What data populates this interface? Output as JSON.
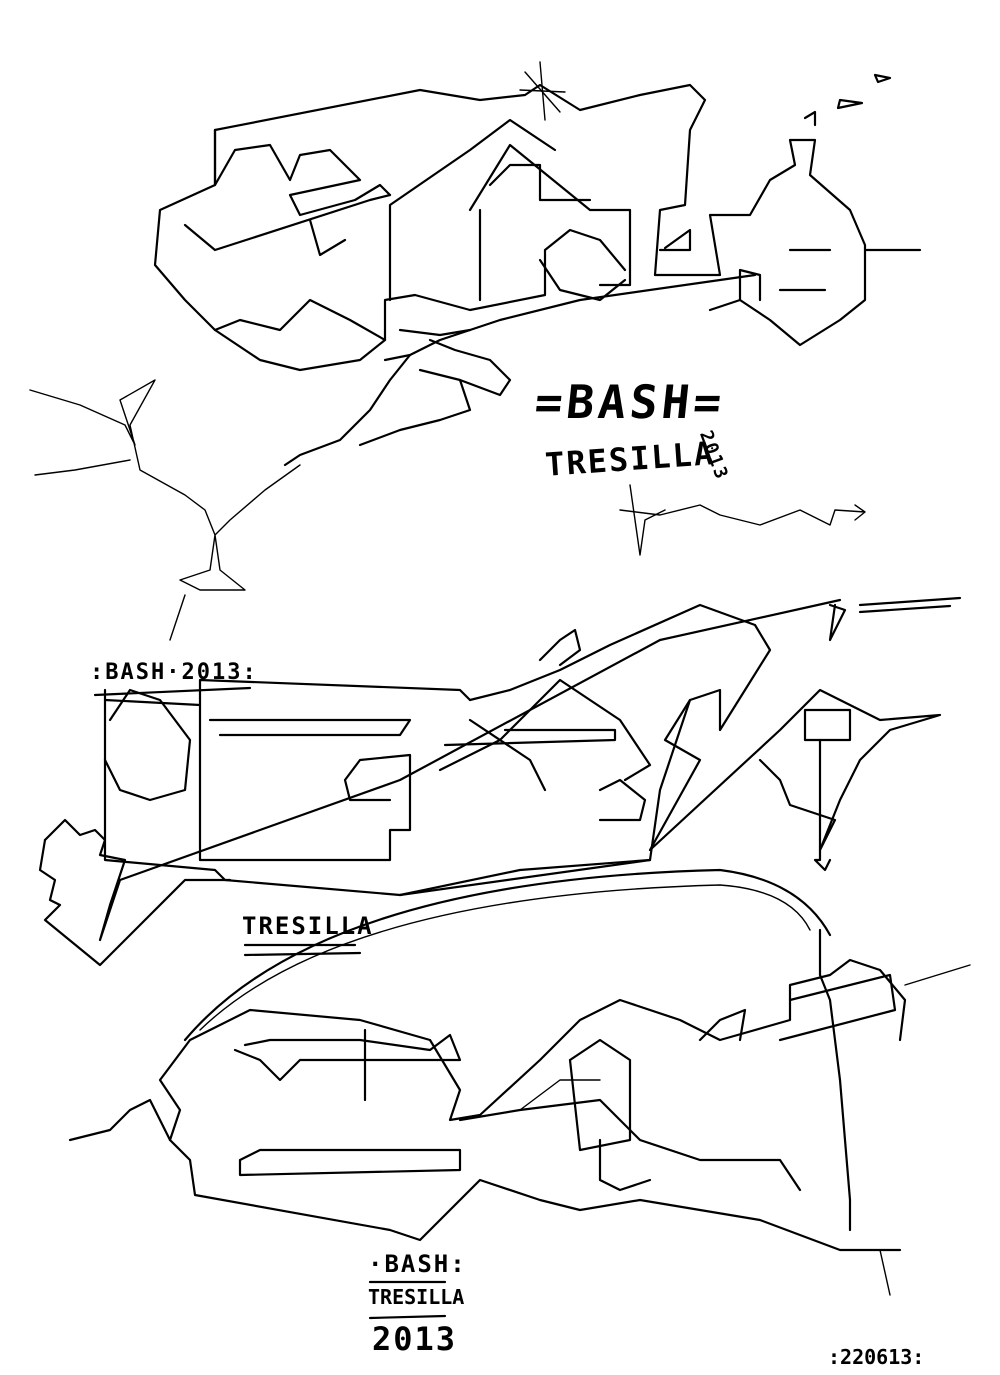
{
  "artwork": {
    "ink_color": "#000000",
    "paper_color": "#ffffff",
    "signatures": {
      "top_tag": "=BASH=",
      "top_name": "TRESILLA",
      "top_year": "2013",
      "middle_tag": ":BASH·2013:",
      "middle_name": "TRESILLA",
      "bottom_tag": "·BASH:",
      "bottom_name": "TRESILLA",
      "bottom_year": "2013",
      "date": ":220613:"
    }
  }
}
